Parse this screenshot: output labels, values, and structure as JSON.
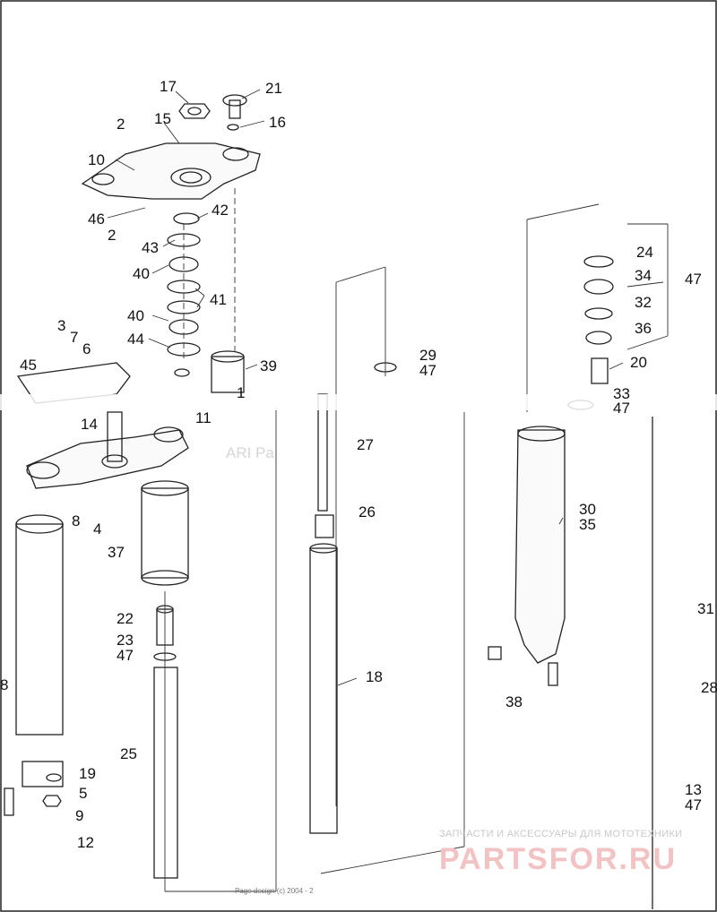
{
  "diagram": {
    "callouts": [
      {
        "id": "c17",
        "text": "17"
      },
      {
        "id": "c21",
        "text": "21"
      },
      {
        "id": "c2a",
        "text": "2"
      },
      {
        "id": "c15",
        "text": "15"
      },
      {
        "id": "c16",
        "text": "16"
      },
      {
        "id": "c10",
        "text": "10"
      },
      {
        "id": "c46",
        "text": "46"
      },
      {
        "id": "c42",
        "text": "42"
      },
      {
        "id": "c2b",
        "text": "2"
      },
      {
        "id": "c43",
        "text": "43"
      },
      {
        "id": "c40a",
        "text": "40"
      },
      {
        "id": "c41",
        "text": "41"
      },
      {
        "id": "c40b",
        "text": "40"
      },
      {
        "id": "c44",
        "text": "44"
      },
      {
        "id": "c39",
        "text": "39"
      },
      {
        "id": "c3",
        "text": "3"
      },
      {
        "id": "c7",
        "text": "7"
      },
      {
        "id": "c6",
        "text": "6"
      },
      {
        "id": "c45",
        "text": "45"
      },
      {
        "id": "c1",
        "text": "1"
      },
      {
        "id": "c11",
        "text": "11"
      },
      {
        "id": "c14",
        "text": "14"
      },
      {
        "id": "c8",
        "text": "8"
      },
      {
        "id": "c4",
        "text": "4"
      },
      {
        "id": "c37",
        "text": "37"
      },
      {
        "id": "c22",
        "text": "22"
      },
      {
        "id": "c23",
        "text": "23"
      },
      {
        "id": "c47a",
        "text": "47"
      },
      {
        "id": "c25",
        "text": "25"
      },
      {
        "id": "c19",
        "text": "19"
      },
      {
        "id": "c5",
        "text": "5"
      },
      {
        "id": "c9",
        "text": "9"
      },
      {
        "id": "c12",
        "text": "12"
      },
      {
        "id": "c29",
        "text": "29"
      },
      {
        "id": "c47b",
        "text": "47"
      },
      {
        "id": "c27",
        "text": "27"
      },
      {
        "id": "c26",
        "text": "26"
      },
      {
        "id": "c18",
        "text": "18"
      },
      {
        "id": "c24",
        "text": "24"
      },
      {
        "id": "c34",
        "text": "34"
      },
      {
        "id": "c32",
        "text": "32"
      },
      {
        "id": "c36",
        "text": "36"
      },
      {
        "id": "c47c",
        "text": "47"
      },
      {
        "id": "c20",
        "text": "20"
      },
      {
        "id": "c33",
        "text": "33"
      },
      {
        "id": "c47d",
        "text": "47"
      },
      {
        "id": "c30",
        "text": "30"
      },
      {
        "id": "c35",
        "text": "35"
      },
      {
        "id": "c38",
        "text": "38"
      },
      {
        "id": "c31",
        "text": "31"
      },
      {
        "id": "c28",
        "text": "28"
      },
      {
        "id": "c13",
        "text": "13"
      },
      {
        "id": "c47e",
        "text": "47"
      },
      {
        "id": "c8b",
        "text": "8"
      }
    ]
  },
  "watermark": {
    "small": "ЗАПЧАСТИ И АКСЕССУАРЫ ДЛЯ МОТОТЕХНИКИ",
    "big": "PARTSFOR.RU",
    "ari": "ARI Pa"
  },
  "footer": {
    "copyright": "Page design (c) 2004 - 2"
  }
}
